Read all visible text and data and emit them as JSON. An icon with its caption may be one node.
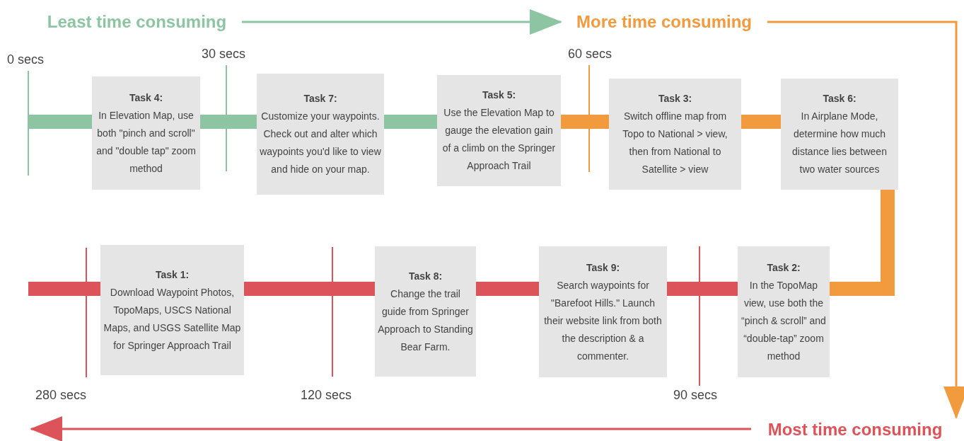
{
  "diagram": {
    "nodes": [
      {
        "text": [
          "Least time consuming"
        ]
      },
      {
        "text": [
          "More time consuming"
        ]
      },
      {
        "text": [
          "Task 4:",
          "In Elevation Map, use both \"pinch and scroll\" and \"double tap\" zoom method"
        ]
      },
      {
        "text": [
          "Task 7:",
          "Customize your waypoints. Check out and alter which waypoints you'd like to view and hide on your map."
        ]
      },
      {
        "text": [
          "Task 5:",
          "Use the Elevation Map to gauge the elevation gain of a climb on the Springer Approach Trail"
        ]
      },
      {
        "text": [
          "Task 3:",
          "Switch offline map from Topo to National > view, then from National to Satellite > view"
        ]
      },
      {
        "text": [
          "Task 6:",
          "In Airplane Mode, determine how much distance lies between two water sources"
        ]
      },
      {
        "text": [
          "Task 1:",
          "Download Waypoint Photos, TopoMaps, USCS National Maps, and USGS Satellite Map for Springer Approach Trail"
        ]
      },
      {
        "text": [
          "Task 8:",
          "Change the trail guide from Springer Approach to Standing Bear Farm."
        ]
      },
      {
        "text": [
          "Task 9:",
          "Search waypoints for \"Barefoot Hills.\" Launch their website link from both the description & a commenter."
        ]
      },
      {
        "text": [
          "Task 2:",
          "In the TopoMap view, use both the “pinch & scroll” and “double-tap” zoom method"
        ]
      },
      {
        "text": [
          "Most time consuming"
        ]
      }
    ],
    "edges": [
      {
        "from": 0,
        "to": 1,
        "arrow": "to",
        "color": "#8dc5a3"
      },
      {
        "from": 1,
        "to": 11,
        "arrow": "to",
        "color": "#f19a3e"
      },
      {
        "from": 11,
        "to": null,
        "arrow": "to",
        "color": "#dc5359"
      },
      {
        "from": null,
        "to": 2,
        "arrow": "none",
        "color": "#8dc5a3"
      },
      {
        "from": 2,
        "to": 3,
        "arrow": "none",
        "color": "#8dc5a3"
      },
      {
        "from": 3,
        "to": 4,
        "arrow": "none",
        "color": "#8dc5a3"
      },
      {
        "from": 4,
        "to": 5,
        "arrow": "none",
        "color": "#f19a3e"
      },
      {
        "from": 5,
        "to": 6,
        "arrow": "none",
        "color": "#f19a3e"
      },
      {
        "from": 6,
        "to": 10,
        "arrow": "none",
        "color": "#f19a3e"
      },
      {
        "from": 10,
        "to": 9,
        "arrow": "none",
        "color": "#dc5359"
      },
      {
        "from": 9,
        "to": 8,
        "arrow": "none",
        "color": "#dc5359"
      },
      {
        "from": 8,
        "to": 7,
        "arrow": "none",
        "color": "#dc5359"
      },
      {
        "from": 7,
        "to": null,
        "arrow": "none",
        "color": "#dc5359"
      }
    ],
    "labels": [
      "0 secs",
      "30 secs",
      "60 secs",
      "280 secs",
      "120 secs",
      "90 secs"
    ]
  }
}
